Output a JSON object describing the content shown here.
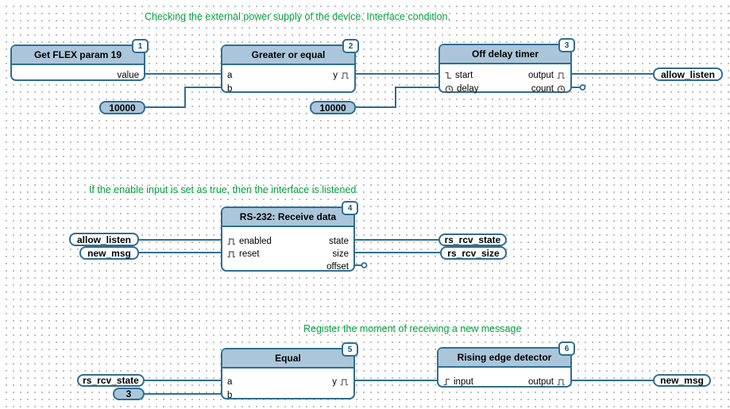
{
  "comments": [
    "Checking the external power supply of the device. Interface condition.",
    "If the enable input is set as true, then the interface is listened",
    "Register the moment of receiving a new message"
  ],
  "blocks": [
    {
      "num": "1",
      "title": "Get FLEX param 19",
      "pins": {
        "value": "value"
      }
    },
    {
      "num": "2",
      "title": "Greater or equal",
      "pins": {
        "a": "a",
        "b": "b",
        "y": "y"
      }
    },
    {
      "num": "3",
      "title": "Off delay timer",
      "pins": {
        "start": "start",
        "delay": "delay",
        "output": "output",
        "count": "count"
      }
    },
    {
      "num": "4",
      "title": "RS-232: Receive data",
      "pins": {
        "enabled": "enabled",
        "reset": "reset",
        "state": "state",
        "size": "size",
        "offset": "offset"
      }
    },
    {
      "num": "5",
      "title": "Equal",
      "pins": {
        "a": "a",
        "b": "b",
        "y": "y"
      }
    },
    {
      "num": "6",
      "title": "Rising edge detector",
      "pins": {
        "input": "input",
        "output": "output"
      }
    }
  ],
  "variables": {
    "allow_listen_write": "allow_listen",
    "allow_listen_read": "allow_listen",
    "new_msg_read": "new_msg",
    "rs_rcv_state_write": "rs_rcv_state",
    "rs_rcv_size_write": "rs_rcv_size",
    "rs_rcv_state_read": "rs_rcv_state",
    "new_msg_write": "new_msg"
  },
  "constants": {
    "threshold_a": "10000",
    "threshold_b": "10000",
    "compare_state": "3"
  },
  "colors": {
    "accent": "#2e6e92",
    "block_header_fill": "#abc6da",
    "comment_green": "#00a33e",
    "grid_dot_gray": "#8a8a8a",
    "pulse_icon_gray": "#7a7a7a"
  }
}
